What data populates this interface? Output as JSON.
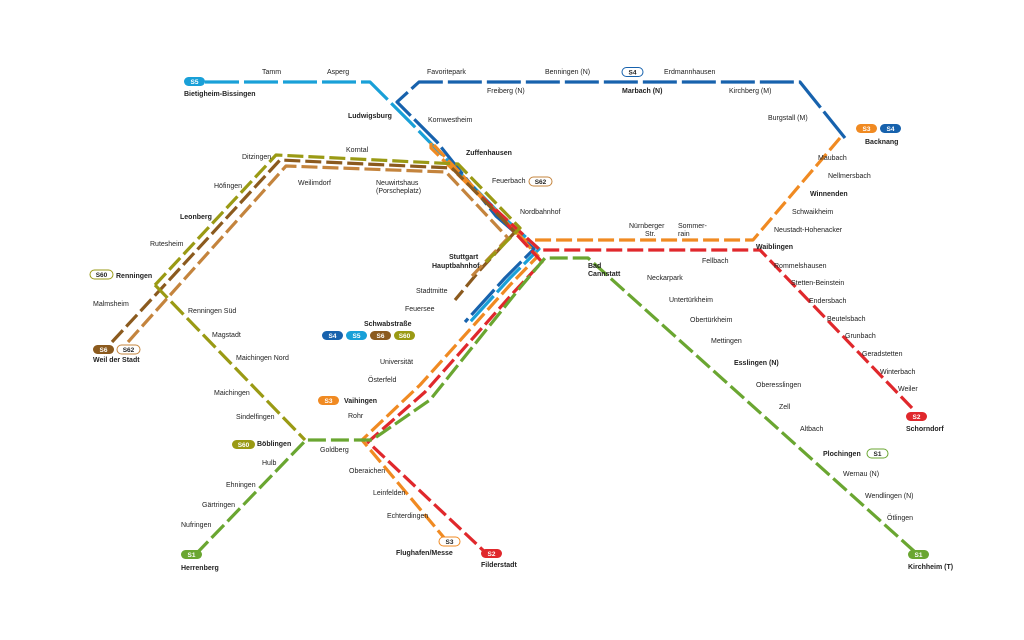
{
  "line_colors": {
    "S1": "#6aa631",
    "S2": "#e0282c",
    "S3": "#f08a22",
    "S4": "#1762ad",
    "S5": "#19a0d8",
    "S6": "#8b5a1e",
    "S60": "#9a9a14",
    "S62": "#c4843d"
  },
  "stations": {
    "tamm": "Tamm",
    "asperg": "Asperg",
    "bietigheim": "Bietigheim-Bissingen",
    "favoritepark": "Favoritepark",
    "benningen": "Benningen (N)",
    "erdmannhausen": "Erdmannhausen",
    "freiberg": "Freiberg (N)",
    "marbach": "Marbach (N)",
    "kirchberg": "Kirchberg (M)",
    "burgstall": "Burgstall (M)",
    "ludwigsburg": "Ludwigsburg",
    "kornwestheim": "Kornwestheim",
    "zuffenhausen": "Zuffenhausen",
    "feuerbach": "Feuerbach",
    "nordbahnhof": "Nordbahnhof",
    "backnang": "Backnang",
    "maubach": "Maubach",
    "nellmersbach": "Nellmersbach",
    "winnenden": "Winnenden",
    "schwaikheim": "Schwaikheim",
    "neustadt": "Neustadt-Hohenacker",
    "waiblingen": "Waiblingen",
    "nuernberger1": "Nürnberger",
    "nuernberger2": "Str.",
    "sommerrain1": "Sommer-",
    "sommerrain2": "rain",
    "fellbach": "Fellbach",
    "rommelshausen": "Rommelshausen",
    "stetten": "Stetten-Beinstein",
    "endersbach": "Endersbach",
    "beutelsbach": "Beutelsbach",
    "grunbach": "Grunbach",
    "geradstetten": "Geradstetten",
    "winterbach": "Winterbach",
    "weiler": "Weiler",
    "schorndorf": "Schorndorf",
    "ditzingen": "Ditzingen",
    "korntal": "Korntal",
    "weilimdorf": "Weilimdorf",
    "neuwirtshaus1": "Neuwirtshaus",
    "neuwirtshaus2": "(Porscheplatz)",
    "hoefingen": "Höfingen",
    "leonberg": "Leonberg",
    "rutesheim": "Rutesheim",
    "renningen": "Renningen",
    "malmsheim": "Malmsheim",
    "weil_der_stadt": "Weil der Stadt",
    "renningen_sued": "Renningen Süd",
    "magstadt": "Magstadt",
    "maichingen_nord": "Maichingen Nord",
    "maichingen": "Maichingen",
    "sindelfingen": "Sindelfingen",
    "boeblingen": "Böblingen",
    "hulb": "Hulb",
    "ehningen": "Ehningen",
    "gaertringen": "Gärtringen",
    "nufringen": "Nufringen",
    "herrenberg": "Herrenberg",
    "hbf1": "Stuttgart",
    "hbf2": "Hauptbahnhof",
    "bad_cannstatt1": "Bad",
    "bad_cannstatt2": "Cannstatt",
    "stadtmitte": "Stadtmitte",
    "feuersee": "Feuersee",
    "schwabstrasse": "Schwabstraße",
    "universitaet": "Universität",
    "oesterfeld": "Österfeld",
    "vaihingen": "Vaihingen",
    "rohr": "Rohr",
    "goldberg": "Goldberg",
    "oberaichen": "Oberaichen",
    "leinfelden": "Leinfelden",
    "echterdingen": "Echterdingen",
    "flughafen": "Flughafen/Messe",
    "filderstadt": "Filderstadt",
    "neckarpark": "Neckarpark",
    "untertuerkheim": "Untertürkheim",
    "obertuerkheim": "Obertürkheim",
    "mettingen": "Mettingen",
    "esslingen": "Esslingen (N)",
    "oberesslingen": "Oberesslingen",
    "zell": "Zell",
    "altbach": "Altbach",
    "plochingen": "Plochingen",
    "wernau": "Wernau (N)",
    "wendlingen": "Wendlingen (N)",
    "oetlingen": "Ötlingen",
    "kirchheim": "Kirchheim (T)"
  },
  "badges": {
    "s5_bietigheim": "S5",
    "s4_marbach": "S4",
    "s3_backnang": "S3",
    "s4_backnang": "S4",
    "s62_feuerbach": "S62",
    "s60_renningen": "S60",
    "s6_weil": "S6",
    "s62_weil": "S62",
    "s4_schwab": "S4",
    "s5_schwab": "S5",
    "s6_schwab": "S6",
    "s60_schwab": "S60",
    "s3_vaihingen": "S3",
    "s60_boeblingen": "S60",
    "s1_herrenberg": "S1",
    "s3_flughafen": "S3",
    "s2_filderstadt": "S2",
    "s2_schorndorf": "S2",
    "s1_plochingen": "S1",
    "s1_kirchheim": "S1"
  }
}
